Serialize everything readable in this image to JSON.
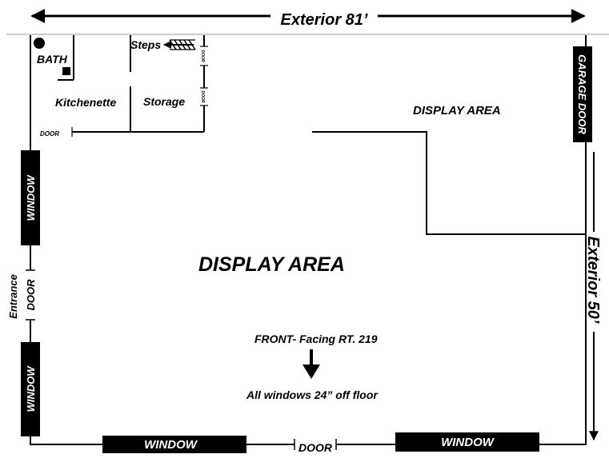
{
  "exterior_width_label": "Exterior 81’",
  "exterior_depth_label": "Exterior 50’",
  "rooms": {
    "bath": "BATH",
    "kitchenette": "Kitchenette",
    "storage": "Storage",
    "steps": "Steps"
  },
  "labels": {
    "display_area_main": "DISPLAY AREA",
    "display_area_upper": "DISPLAY AREA",
    "garage_door": "GARAGE DOOR",
    "entrance": "Entrance",
    "door": "DOOR",
    "window": "WINDOW",
    "front_facing": "FRONT- Facing RT. 219",
    "windows_note": "All windows 24” off floor"
  }
}
